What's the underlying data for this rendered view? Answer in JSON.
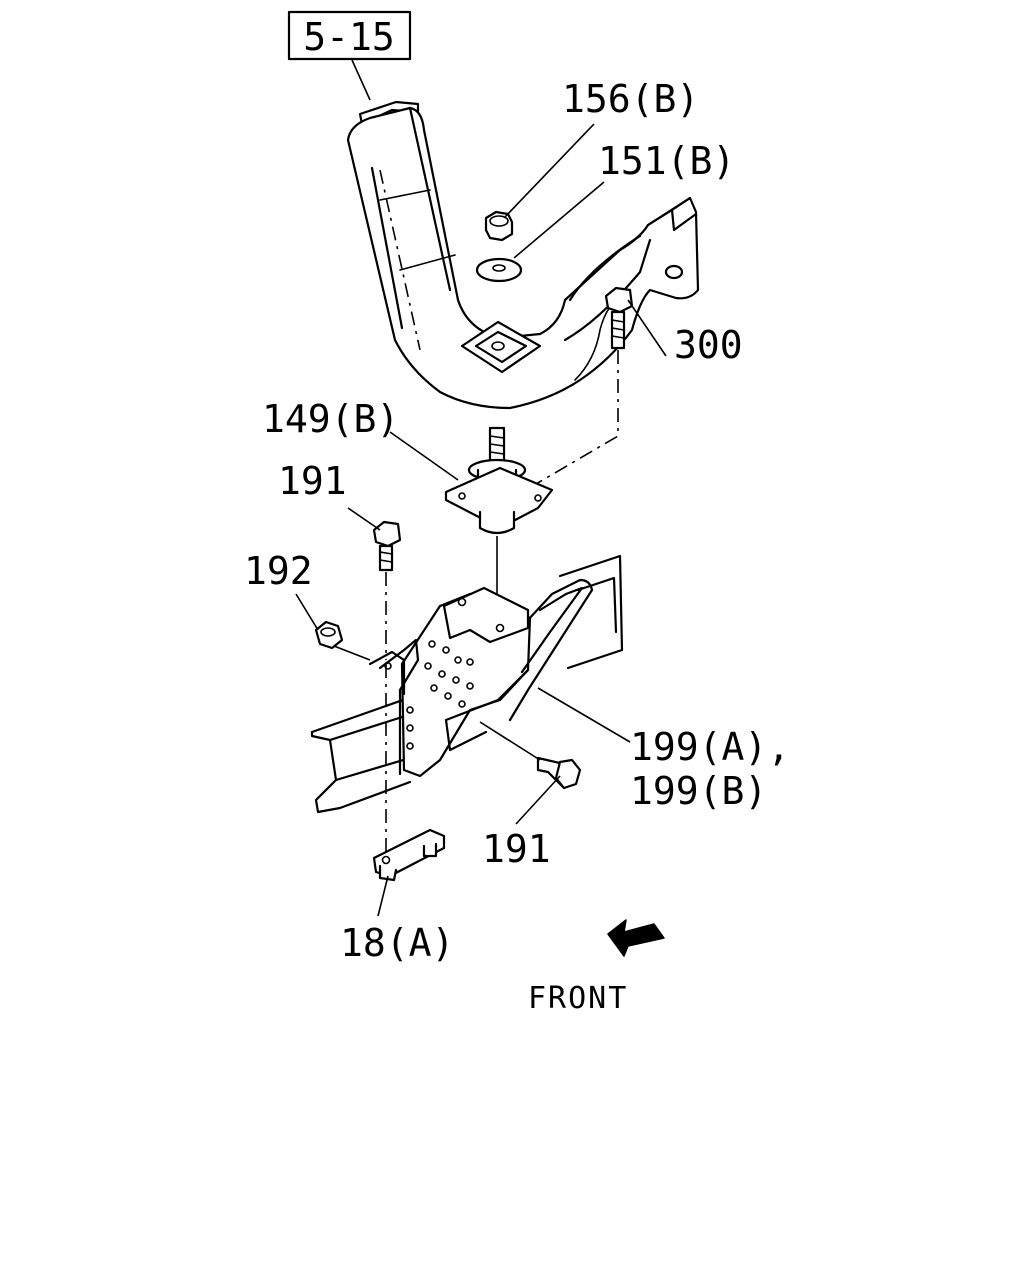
{
  "diagram": {
    "ref_box": "5-15",
    "callouts": {
      "c156": "156(B)",
      "c151": "151(B)",
      "c300": "300",
      "c149": "149(B)",
      "c191a": "191",
      "c192": "192",
      "c199a": "199(A),",
      "c199b": "199(B)",
      "c191b": "191",
      "c18": "18(A)"
    },
    "front_label": "FRONT"
  }
}
